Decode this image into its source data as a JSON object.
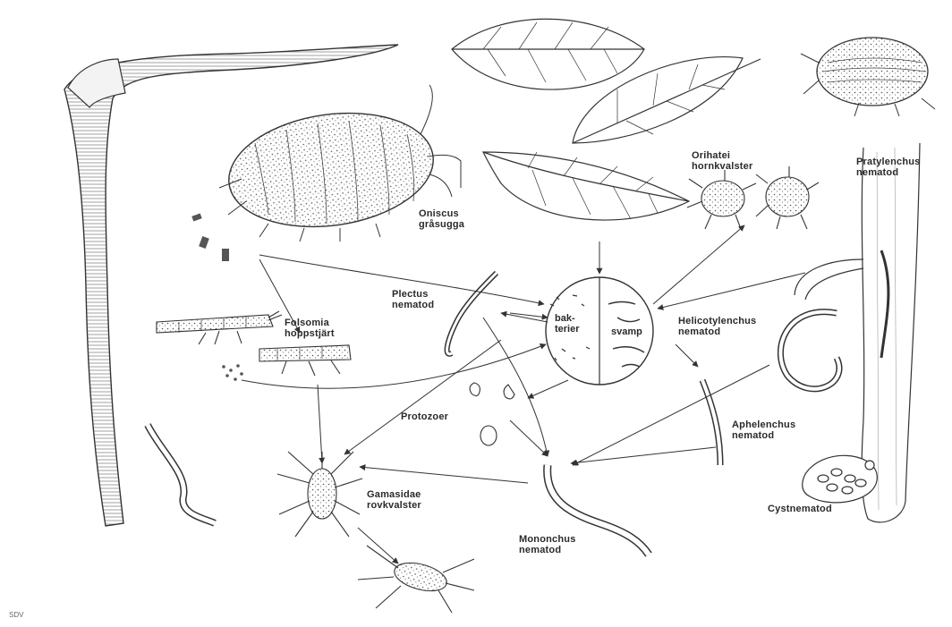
{
  "labels": {
    "oniscus": {
      "line1": "Oniscus",
      "line2": "gråsugga"
    },
    "orihatei": {
      "line1": "Orihatei",
      "line2": "hornkvalster"
    },
    "pratylenchus": {
      "line1": "Pratylenchus",
      "line2": "nematod"
    },
    "plectus": {
      "line1": "Plectus",
      "line2": "nematod"
    },
    "folsomia": {
      "line1": "Folsomia",
      "line2": "hoppstjärt"
    },
    "helicotylenchus": {
      "line1": "Helicotylenchus",
      "line2": "nematod"
    },
    "protozoer": {
      "line1": "Protozoer"
    },
    "aphelenchus": {
      "line1": "Aphelenchus",
      "line2": "nematod"
    },
    "gamasidae": {
      "line1": "Gamasidae",
      "line2": "rovkvalster"
    },
    "mononchus": {
      "line1": "Mononchus",
      "line2": "nematod"
    },
    "cystnematod": {
      "line1": "Cystnematod"
    }
  },
  "center": {
    "left_line1": "bak-",
    "left_line2": "terier",
    "right": "svamp"
  },
  "credit": "SDV"
}
